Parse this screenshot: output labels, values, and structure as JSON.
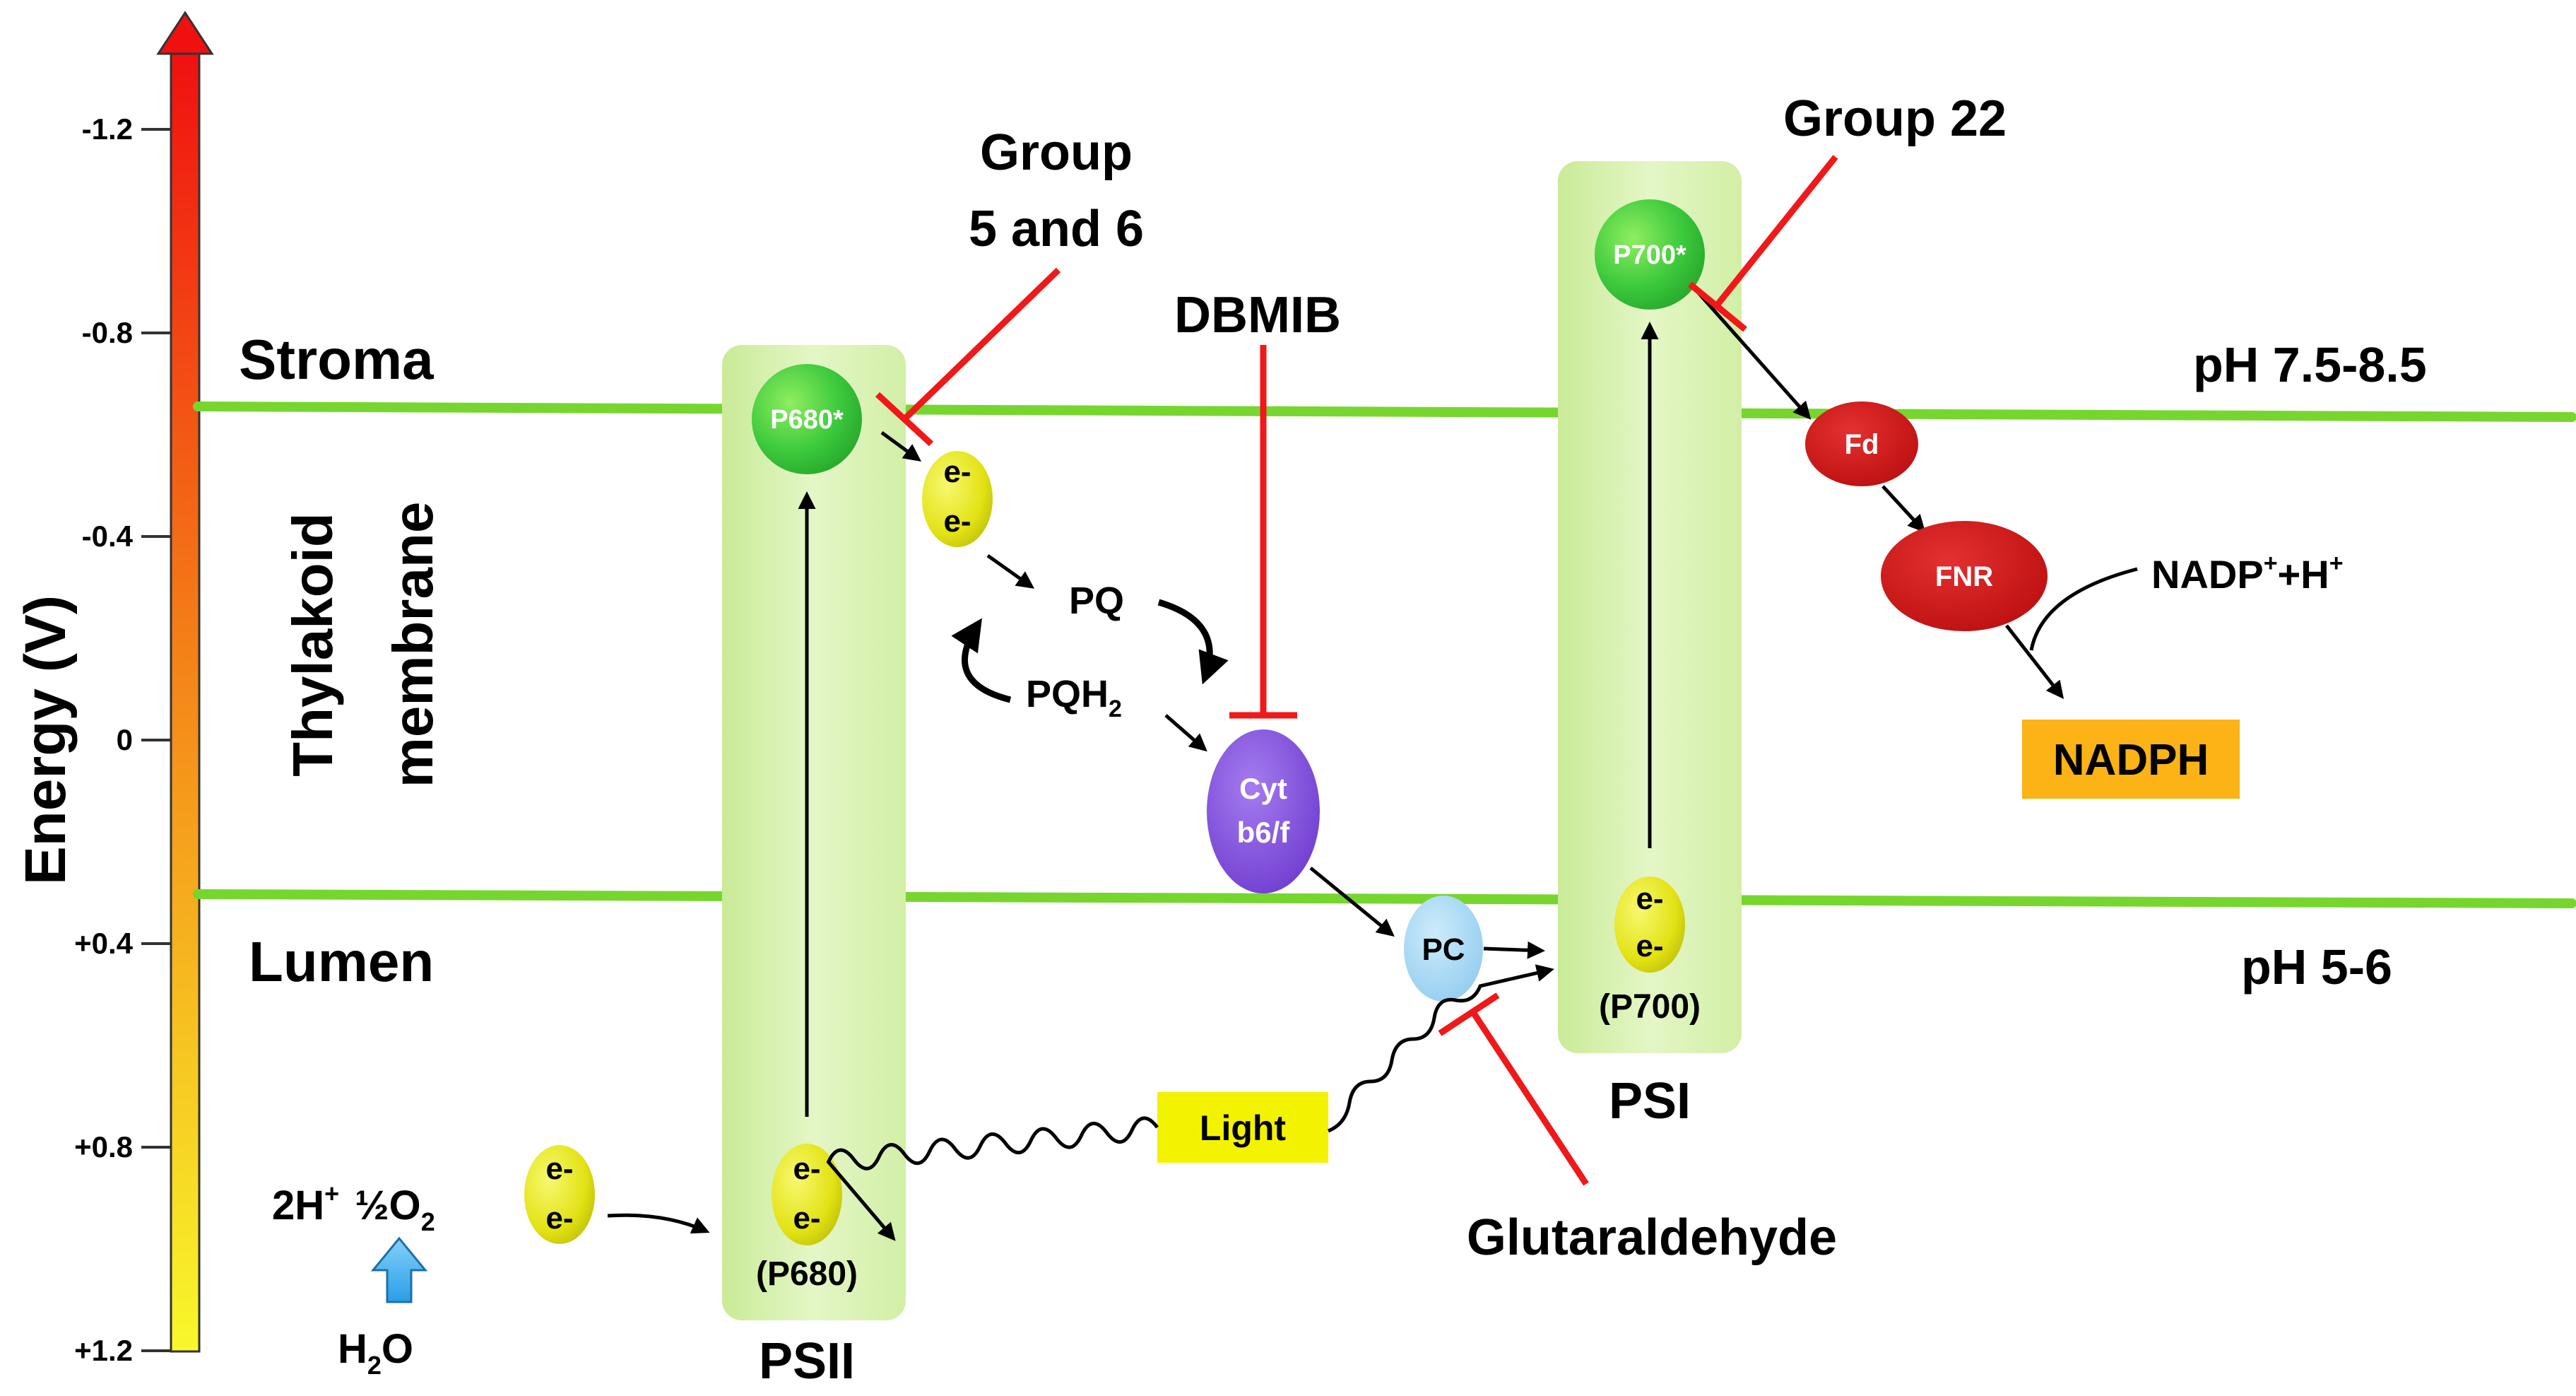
{
  "axis": {
    "label": "Energy (V)",
    "ticks": [
      "-1.2",
      "-0.8",
      "-0.4",
      "0",
      "+0.4",
      "+0.8",
      "+1.2"
    ]
  },
  "regions": {
    "stroma": "Stroma",
    "membrane_line1": "Thylakoid",
    "membrane_line2": "membrane",
    "lumen": "Lumen",
    "ph_stroma": "pH 7.5-8.5",
    "ph_lumen": "pH 5-6"
  },
  "photosystems": {
    "psii": {
      "label": "PSII",
      "excited": "P680*",
      "ground": "(P680)"
    },
    "psi": {
      "label": "PSI",
      "excited": "P700*",
      "ground": "(P700)"
    }
  },
  "electrons": {
    "top": "e-",
    "bottom": "e-"
  },
  "carriers": {
    "pq": "PQ",
    "pqh2_base": "PQH",
    "pqh2_sub": "2",
    "cyt_line1": "Cyt",
    "cyt_line2": "b6/f",
    "pc": "PC",
    "fd": "Fd",
    "fnr": "FNR"
  },
  "inhibitors": {
    "group56_line1": "Group",
    "group56_line2": "5 and 6",
    "dbmib": "DBMIB",
    "group22": "Group 22",
    "glutaraldehyde": "Glutaraldehyde"
  },
  "water": {
    "protons": "2H",
    "protons_sup": "+",
    "oxygen": "½O",
    "oxygen_sub": "2",
    "h2o_h": "H",
    "h2o_sub": "2",
    "h2o_o": "O"
  },
  "light": "Light",
  "nadp": {
    "base": "NADP",
    "sup1": "+",
    "mid": "+H",
    "sup2": "+"
  },
  "nadph": "NADPH",
  "colors": {
    "membrane_line": "#77d62e",
    "photosystem_box": "#d4efa8",
    "excited_center": "#3cc93c",
    "electron": "#e4e416",
    "cyt": "#7c49d8",
    "pc": "#9fd6f2",
    "fd_fnr": "#cc1212",
    "inhibitor": "#f01818",
    "light_box": "#f3f300",
    "nadph_box": "#fbb315",
    "water_arrow": "#3aaef0"
  }
}
